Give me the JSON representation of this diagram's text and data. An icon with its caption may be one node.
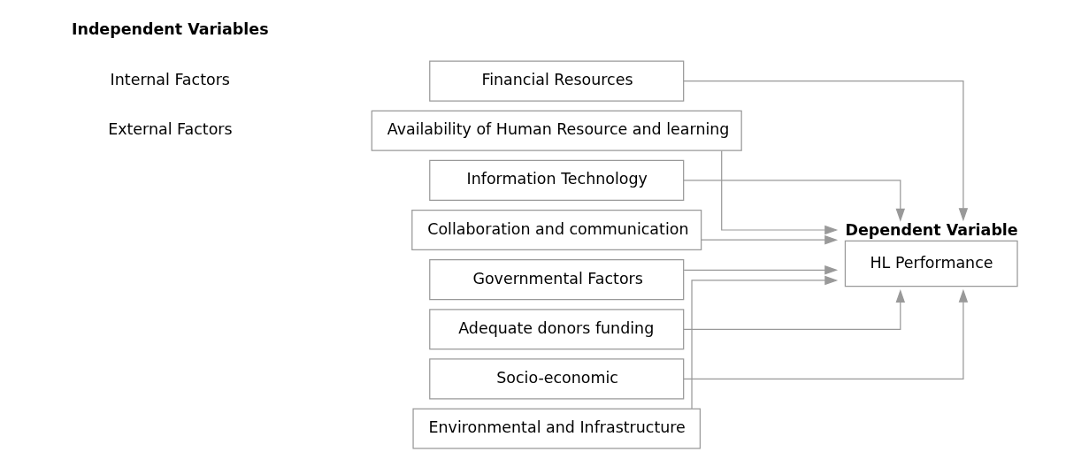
{
  "diagram": {
    "nodes": [
      {
        "text": [
          "Financial Resources"
        ]
      },
      {
        "text": [
          "Availability of Human Resource and learning"
        ]
      },
      {
        "text": [
          "Information Technology"
        ]
      },
      {
        "text": [
          "Collaboration and communication"
        ]
      },
      {
        "text": [
          "Governmental Factors"
        ]
      },
      {
        "text": [
          "Adequate donors funding"
        ]
      },
      {
        "text": [
          "Socio-economic"
        ]
      },
      {
        "text": [
          "Environmental and Infrastructure"
        ]
      },
      {
        "text": [
          "Dependent Variable",
          "HL Performance"
        ]
      }
    ],
    "edges": [
      {
        "from": 0,
        "to": 8,
        "arrow": "to"
      },
      {
        "from": 1,
        "to": 8,
        "arrow": "to"
      },
      {
        "from": 2,
        "to": 8,
        "arrow": "to"
      },
      {
        "from": 3,
        "to": 8,
        "arrow": "to"
      },
      {
        "from": 4,
        "to": 8,
        "arrow": "to"
      },
      {
        "from": 5,
        "to": 8,
        "arrow": "to"
      },
      {
        "from": 6,
        "to": 8,
        "arrow": "to"
      },
      {
        "from": 7,
        "to": 8,
        "arrow": "to"
      }
    ],
    "labels": [
      "Independent Variables",
      "Internal Factors",
      "External Factors"
    ]
  }
}
